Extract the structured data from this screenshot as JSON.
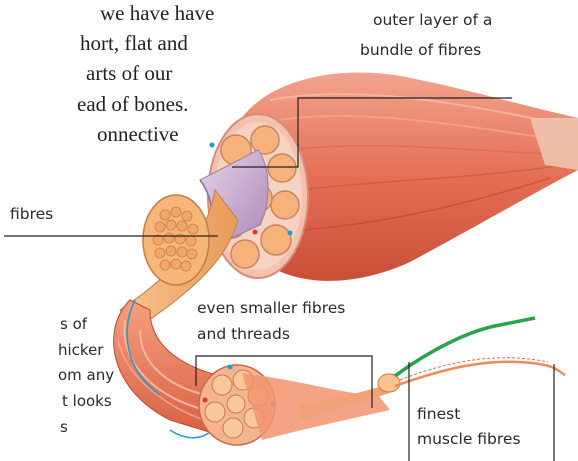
{
  "body_text": [
    "we have have",
    "hort, flat and",
    "arts of our",
    "ead of bones.",
    "onnective"
  ],
  "side_text": [
    "s of",
    "hicker",
    "om any",
    "t looks",
    "s"
  ],
  "labels": {
    "outer_layer_line1": "outer layer of a",
    "outer_layer_line2": "bundle of fibres",
    "fibres": "fibres",
    "smaller_line1": "even smaller fibres",
    "smaller_line2": "and threads",
    "finest_line1": "finest",
    "finest_line2": "muscle fibres"
  },
  "colors": {
    "muscle": "#e8735a",
    "muscle_dark": "#c8503a",
    "sheath": "#c9a8d0",
    "fibre": "#f0a060",
    "nerve": "#2aa34a",
    "vessel": "#1e9bd7",
    "line": "#222222"
  }
}
